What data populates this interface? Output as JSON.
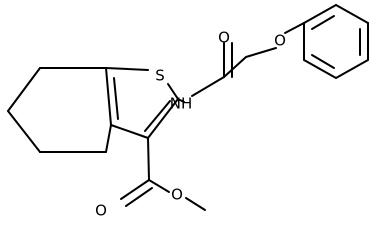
{
  "diagram": {
    "type": "chemical-structure",
    "atoms": {
      "s1": "S",
      "nh": "NH",
      "o_carbonyl_amide": "O",
      "o_ether": "O",
      "o_carbonyl_ester": "O",
      "o_ester": "O"
    }
  }
}
